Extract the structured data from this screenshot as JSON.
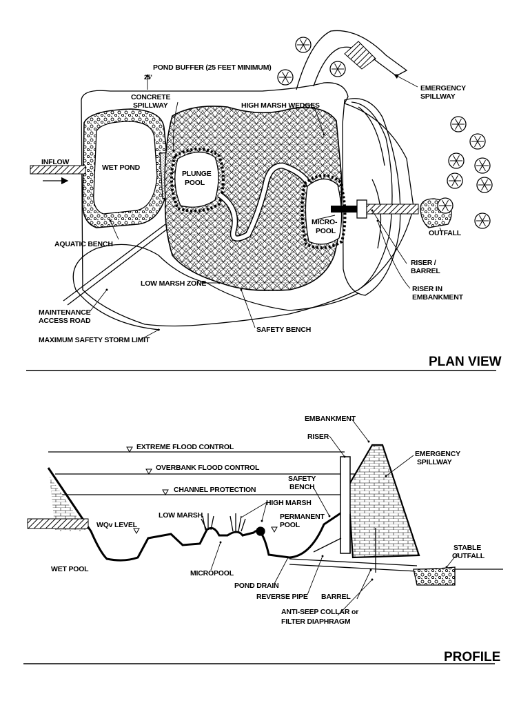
{
  "plan_view": {
    "title": "PLAN VIEW",
    "labels": {
      "pond_buffer": "POND BUFFER (25 FEET MINIMUM)",
      "buffer_dim": "25'",
      "concrete_spillway_1": "CONCRETE",
      "concrete_spillway_2": "SPILLWAY",
      "high_marsh_wedges": "HIGH MARSH WEDGES",
      "emergency_spillway_1": "EMERGENCY",
      "emergency_spillway_2": "SPILLWAY",
      "inflow": "INFLOW",
      "wet_pond": "WET POND",
      "plunge_pool_1": "PLUNGE",
      "plunge_pool_2": "POOL",
      "micropool_1": "MICRO-",
      "micropool_2": "POOL",
      "outfall": "OUTFALL",
      "aquatic_bench": "AQUATIC BENCH",
      "riser_barrel_1": "RISER /",
      "riser_barrel_2": "BARREL",
      "riser_in_embankment_1": "RISER IN",
      "riser_in_embankment_2": "EMBANKMENT",
      "low_marsh_zone": "LOW MARSH ZONE",
      "maintenance_road_1": "MAINTENANCE",
      "maintenance_road_2": "ACCESS ROAD",
      "safety_bench": "SAFETY BENCH",
      "max_safety_storm": "MAXIMUM SAFETY STORM LIMIT"
    }
  },
  "profile": {
    "title": "PROFILE",
    "labels": {
      "embankment": "EMBANKMENT",
      "riser": "RISER",
      "emergency_spillway_1": "EMERGENCY",
      "emergency_spillway_2": "SPILLWAY",
      "extreme_flood": "EXTREME FLOOD CONTROL",
      "overbank_flood": "OVERBANK FLOOD CONTROL",
      "channel_protection": "CHANNEL PROTECTION",
      "safety_bench_1": "SAFETY",
      "safety_bench_2": "BENCH",
      "high_marsh": "HIGH MARSH",
      "low_marsh": "LOW MARSH",
      "wqv_level": "WQv LEVEL",
      "permanent_pool_1": "PERMANENT",
      "permanent_pool_2": "POOL",
      "stable_outfall_1": "STABLE",
      "stable_outfall_2": "OUTFALL",
      "wet_pool": "WET POOL",
      "micropool": "MICROPOOL",
      "pond_drain": "POND DRAIN",
      "reverse_pipe": "REVERSE PIPE",
      "barrel": "BARREL",
      "anti_seep_1": "ANTI-SEEP COLLAR or",
      "anti_seep_2": "FILTER DIAPHRAGM"
    }
  },
  "colors": {
    "ink": "#000000",
    "paper": "#ffffff"
  }
}
